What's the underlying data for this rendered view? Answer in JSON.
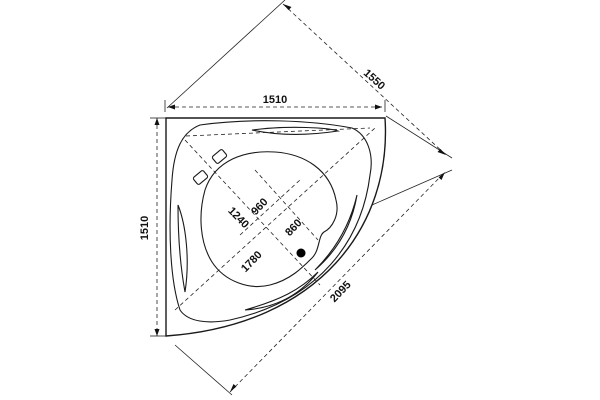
{
  "diagram": {
    "dimensions": {
      "top_width": "1510",
      "left_height": "1510",
      "outer_diagonal": "1550",
      "front_length": "2095",
      "basin_width": "960",
      "basin_depth": "860",
      "inner_diagonal": "1240",
      "inner_length": "1780"
    },
    "colors": {
      "line": "#1a1a1a",
      "drain": "#000000"
    }
  }
}
